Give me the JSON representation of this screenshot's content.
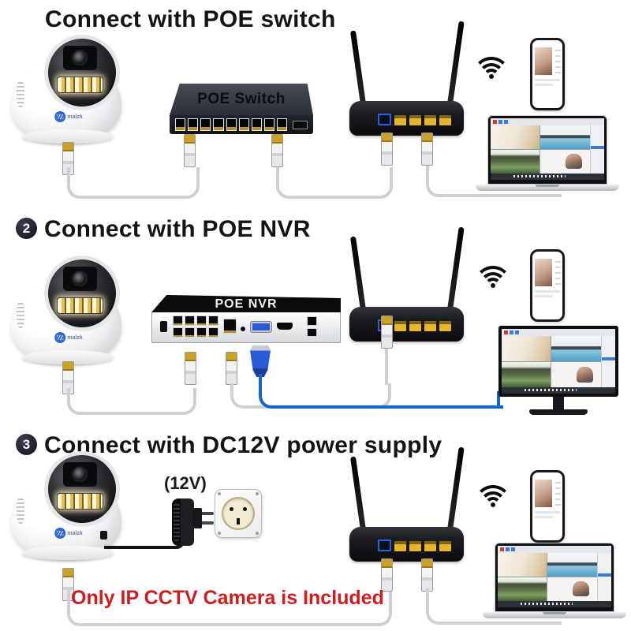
{
  "sections": [
    {
      "num": "",
      "title": "Connect with POE switch"
    },
    {
      "num": "2",
      "title": "Connect with POE NVR"
    },
    {
      "num": "3",
      "title": "Connect with DC12V power supply"
    }
  ],
  "labels": {
    "poe_switch": "POE Switch",
    "poe_nvr": "POE NVR",
    "power": "(12V)",
    "note": "Only IP CCTV Camera is Included",
    "brand": "malzk"
  },
  "colors": {
    "title_black": "#141414",
    "note_red": "#cf1d1d",
    "cable_white": "#cfcfd4",
    "vga_cable_blue": "#1565c8",
    "router_port_yellow": "#e7b62a",
    "router_port_blue": "#2a62d9",
    "logo_blue": "#2f6bd8"
  }
}
